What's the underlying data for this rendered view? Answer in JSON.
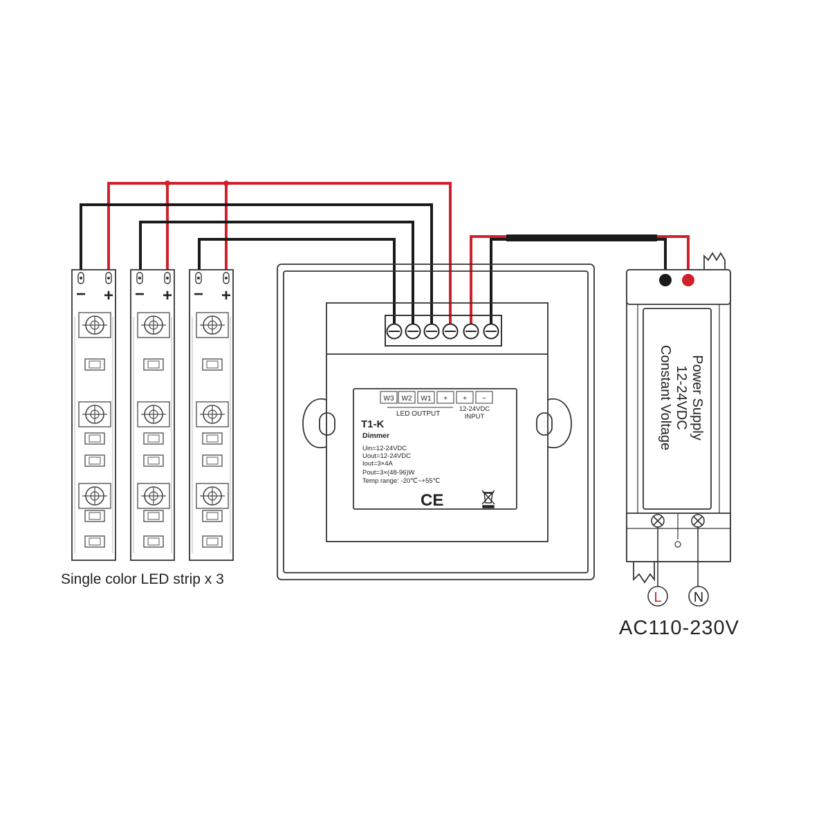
{
  "strips": {
    "caption": "Single color LED strip x 3",
    "minus_label": "−",
    "plus_label": "+",
    "count": 3
  },
  "controller": {
    "model": "T1-K",
    "type": "Dimmer",
    "terminals": [
      "W3",
      "W2",
      "W1",
      "+",
      "+",
      "−"
    ],
    "led_output_label": "LED OUTPUT",
    "input_label_line1": "12-24VDC",
    "input_label_line2": "INPUT",
    "specs": [
      "Uin=12-24VDC",
      "Uout=12-24VDC",
      "Iout=3×4A",
      "Pout=3×(48-96)W",
      "Temp range: -20℃~+55℃"
    ],
    "ce_mark": "CE"
  },
  "power_supply": {
    "label_line1": "Power Supply",
    "label_line2": "12-24VDC",
    "label_line3": "Constant Voltage",
    "live_label": "L",
    "neutral_label": "N",
    "ac_label": "AC110-230V"
  },
  "colors": {
    "positive_wire": "#d0202a",
    "negative_wire": "#1a1a1a",
    "outline": "#333333"
  }
}
